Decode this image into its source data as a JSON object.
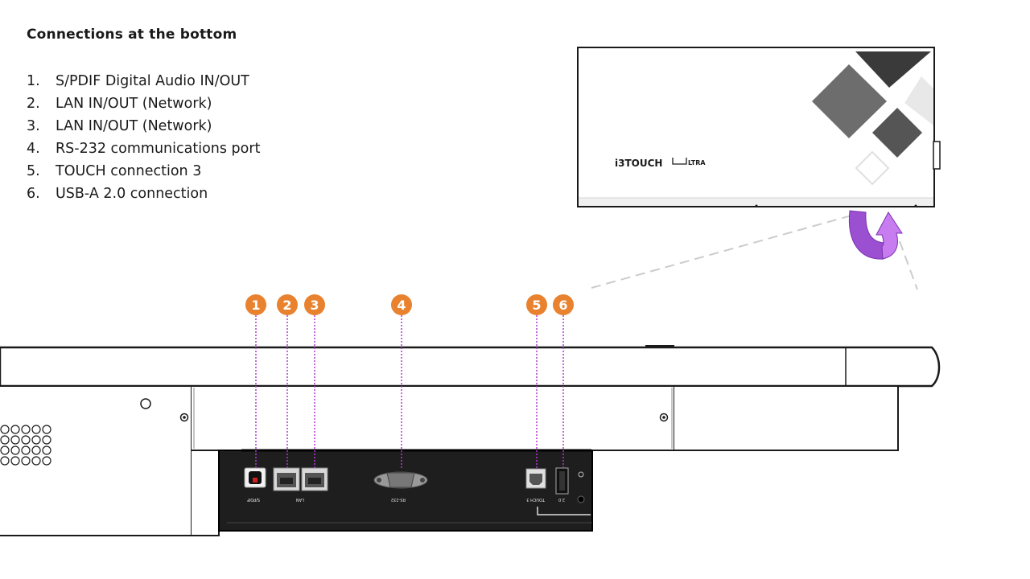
{
  "heading": "Connections at the bottom",
  "connections": [
    {
      "num": "1.",
      "label": "S/PDIF Digital Audio IN/OUT"
    },
    {
      "num": "2.",
      "label": "LAN IN/OUT (Network)"
    },
    {
      "num": "3.",
      "label": "LAN IN/OUT (Network)"
    },
    {
      "num": "4.",
      "label": "RS-232 communications port"
    },
    {
      "num": "5.",
      "label": "TOUCH connection 3"
    },
    {
      "num": "6.",
      "label": "USB-A 2.0 connection"
    }
  ],
  "badges": [
    "1",
    "2",
    "3",
    "4",
    "5",
    "6"
  ],
  "port_labels": {
    "spdif": "S/PDIF",
    "lan": "LAN",
    "rs232": "RS-232",
    "touch": "TOUCH 3",
    "usb": "2.0"
  },
  "brand": {
    "main": "i3TOUCH",
    "sub": "LTRA"
  },
  "colors": {
    "badge": "#e8822f",
    "leader": "#b03ad0",
    "arrow_dark": "#9b4fd1",
    "arrow_light": "#c77df0",
    "panel": "#1e1e1e"
  }
}
